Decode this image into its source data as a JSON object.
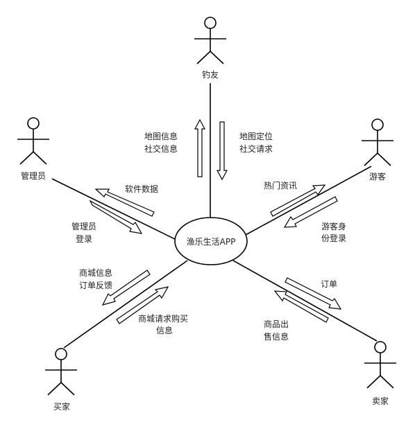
{
  "center": {
    "label": "渔乐生活APP"
  },
  "actors": {
    "angler": {
      "label": "钓友"
    },
    "admin": {
      "label": "管理员"
    },
    "tourist": {
      "label": "游客"
    },
    "buyer": {
      "label": "买家"
    },
    "seller": {
      "label": "卖家"
    }
  },
  "flows": {
    "angler_out": [
      "地图信息",
      "社交信息"
    ],
    "angler_in": [
      "地图定位",
      "社交请求"
    ],
    "admin_out": [
      "软件数据"
    ],
    "admin_in": [
      "管理员",
      "登录"
    ],
    "tourist_out": [
      "热门资讯"
    ],
    "tourist_in": [
      "游客身",
      "份登录"
    ],
    "buyer_out": [
      "商城信息",
      "订单反馈"
    ],
    "buyer_in": [
      "商城请求购买",
      "信息"
    ],
    "seller_out": [
      "订单"
    ],
    "seller_in": [
      "商品出",
      "售信息"
    ]
  }
}
